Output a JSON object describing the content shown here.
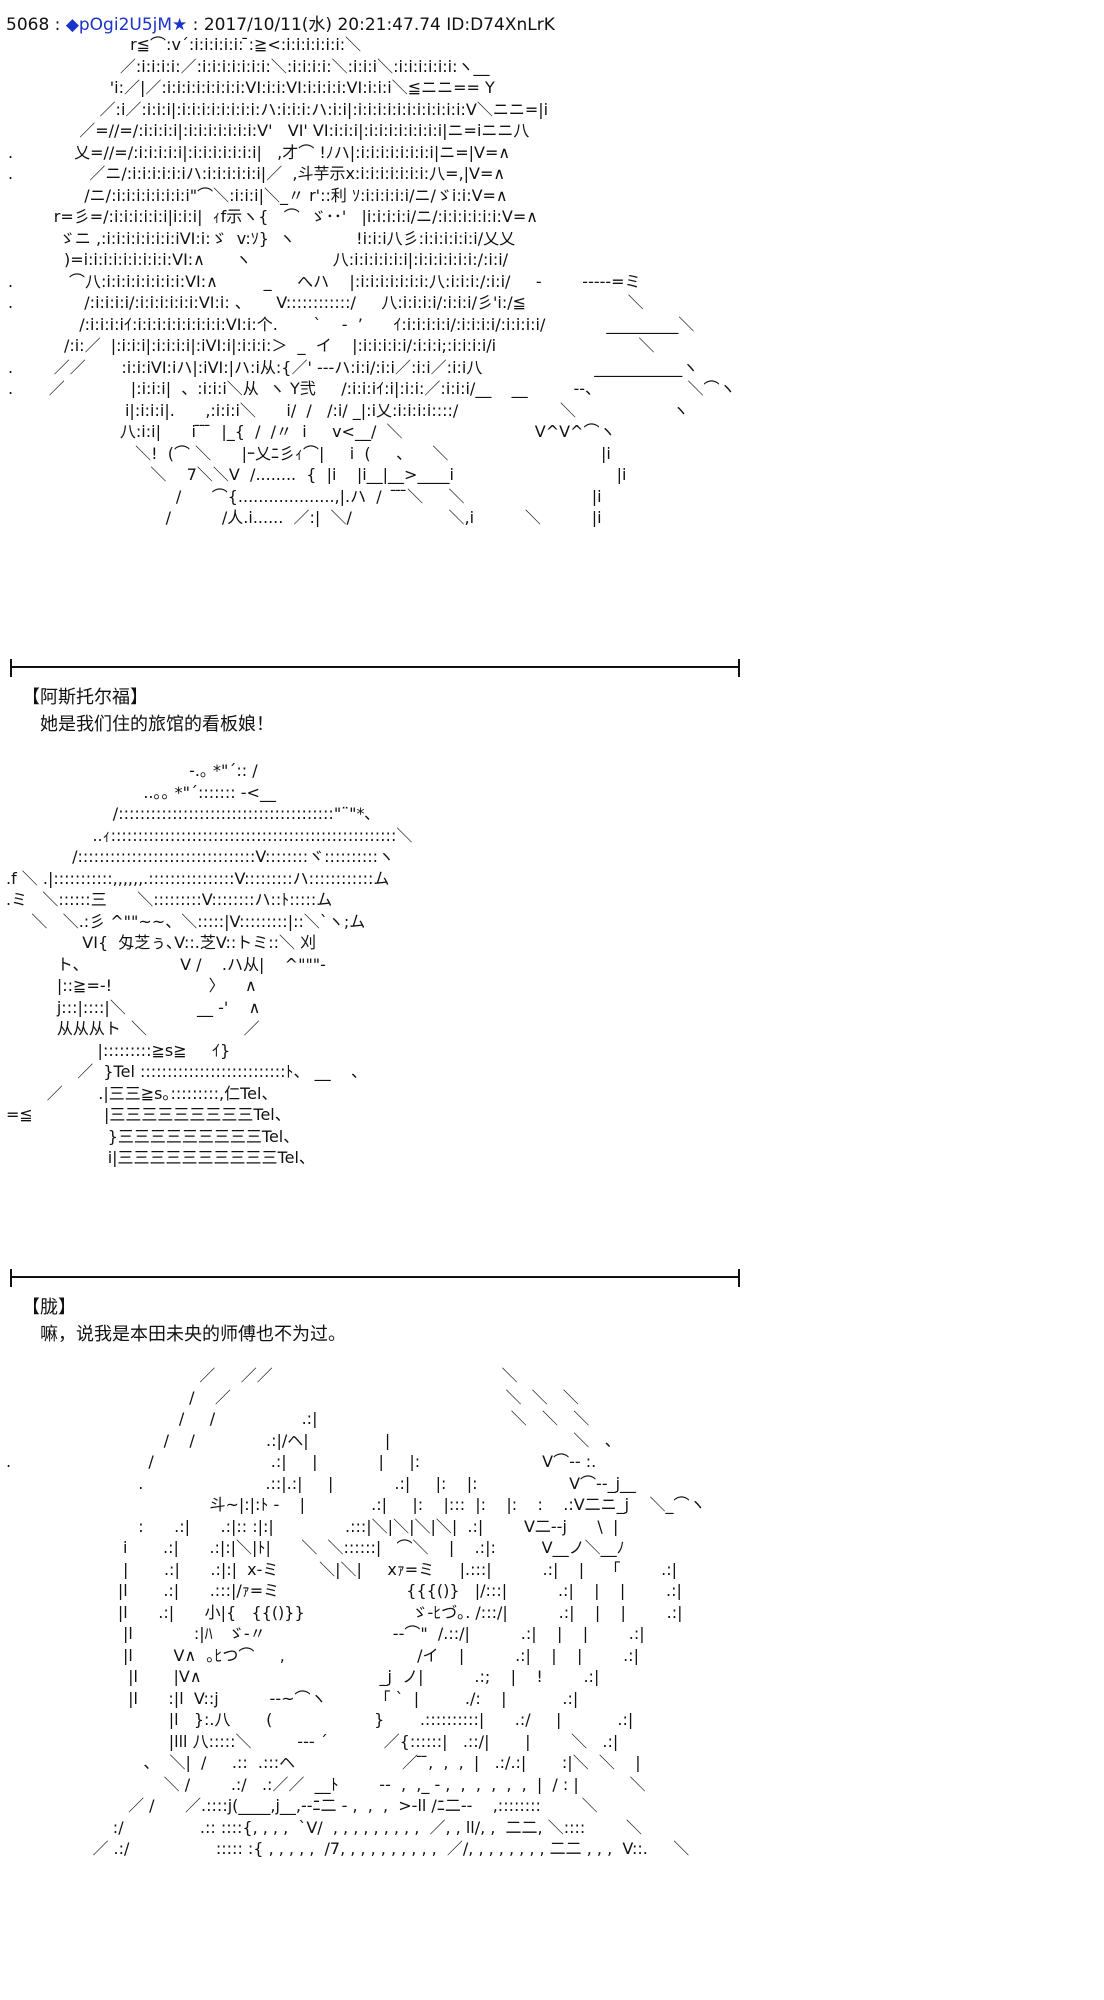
{
  "post": {
    "number": "5068",
    "separator": " : ",
    "trip": "◆pOgi2U5jM★",
    "datetime_id": " : 2017/10/11(水) 20:21:47.74 ID:D74XnLrK"
  },
  "aa1": "                        r≦⌒:v´:i:i:i:i:i: ̄:≧<:i:i:i:i:i:i:＼\n                      ／:i:i:i:i:／:i:i:i:i:i:i:i:＼:i:i:i:i:＼:i:i:i＼:i:i:i:i:i:i:ヽ__\n                    'i:／|／:i:i:i:i:i:i:i:i:VI:i:i:VI:i:i:i:i:VI:i:i:i＼≦ニニ== Y\n                  ／:i／:i:i:i|:i:i:i:i:i:i:i:i:ハ:i:i:i:ハ:i:i|:i:i:i:i:i:i:i:i:i:i:i:V＼ニニ=|i\n              ／=//=/:i:i:i:i|:i:i:i:i:i:i:i:V'   VI' VI:i:i:i|:i:i:i:i:i:i:i:i|ニ=iニニ八\n.            乂=//=/:i:i:i:i:i|:i:i:i:i:i:i:i|   ,才⌒ !ﾉハ|:i:i:i:i:i:i:i:i|ニ=|V=∧\n.               ／ニ/:i:i:i:i:i:iハ:i:i:i:i:i:i|／  ,斗芋示x:i:i:i:i:i:i:i:八=,|V=∧\n               /ニ/:i:i:i:i:i:i:i:i\"⌒＼:i:i:i|＼_〃 r'::利 ｿ:i:i:i:i:i/ニ/ゞi:i:V=∧\n         r=彡=/:i:i:i:i:i:i|i:i:i|  ｨf示ヽ{   ⌒  ゞ･･'   |i:i:i:i:i/ニ/:i:i:i:i:i:i:V=∧\n          ゞニ ,:i:i:i:i:i:i:i:iVI:i:ゞ  v:ｿ}  ヽ            !i:i:i八彡:i:i:i:i:i:i/乂乂\n           )=i:i:i:i:i:i:i:i:i:VI:∧      ヽ                八:i:i:i:i:i:i|:i:i:i:i:i:i:/:i:i/\n.           ⌒八:i:i:i:i:i:i:i:i:VI:∧         _     へハ    |:i:i:i:i:i:i:i:八:i:i:i:/:i:i/     -        -----=ミ\n.              /:i:i:i:i/:i:i:i:i:i:i:VI:i: 、     V::::::::::::/     八:i:i:i:i/:i:i:i/彡'i:/≦                    ＼\n              /:i:i:i:iｲ:i:i:i:i:i:i:i:i:i:VI:i:个.       `    -  ’      ｲ:i:i:i:i:i/:i:i:i:i/:i:i:i:i/            _________＼\n           /:i:／  |:i:i:i|:i:i:i:i|:iVI:i|:i:i:i:＞  _  イ    |:i:i:i:i:i/:i:i:i;:i:i:i:i/i                            ＼\n.        ／／       :i:i:iVI:iハ|:iVI:|ハ:i从:{／' ---ハ:i:i/:i:i／:i:i／:i:i八                      ___________ヽ\n.       ／             |:i:i:i|  、:i:i:i＼从  ヽ Y弐     /:i:i:iｲ:i|:i:i:／:i:i:i/__    __         --、                 ＼⌒ヽ\n                       i|:i:i:i|.      ,:i:i:i＼      i/  /   /:i/ _|:i乂:i:i:i:i::::/                    ＼                   ヽ\n                      八:i:i|      i ̄ ̄ ̄  |_{  /  /〃  i     v<__/  ＼                          V^V^⌒ヽ\n                         ＼!  (⌒ ＼      |ｰ乂ﾆ彡ｨ⌒|     i  (     、    ＼                              |i\n                            ＼    7＼＼V  /........  {  |i    |i__|__>____i                                |i\n                                 /      ⌒{...................,|.ハ  /   ̄ ̄ ̄＼     ＼                         |i\n                               /          /人.i......  ／:|  ＼/                   ＼,i          ＼          |i",
  "section1": {
    "speaker": "【阿斯托尔福】",
    "line": "她是我们住的旅馆的看板娘！"
  },
  "aa2": "                                    -.｡ *\"´:: /\n                           ..｡｡ *\"´::::::: -<__\n                     /::::::::::::::::::::::::::::::::::::::::\"¨\"*､\n                 ..ｨ:::::::::::::::::::::::::::::::::::::::::::::::::::::＼\n             /:::::::::::::::::::::::::::::::::V::::::::ヾ::::::::::ヽ\n.f ＼ .|:::::::::::,,,,,,.::::::::::::::::V:::::::::ハ::::::::::::ム\n.ミ   ＼::::::三      ＼:::::::::V::::::::ハ::ﾄ:::::ム\n     ＼   ＼.:彡 ^\"\"~~、＼:::::|V:::::::::|::＼`ヽ;ム\n               VI{  匁芝ぅ､V::.芝V::トミ::＼ 刈\n          ト、                  V /    .ハ从|    ^\"\"\"-\n          |::≧=-!                   〉    ∧\n          j:::|::::|＼              __ -'    ∧\n          从从从ト  ＼                   ／\n                  |:::::::::≧s≧     ｲ}\n              ／  }Tel :::::::::::::::::::::::::::ﾄ、 __    、\n        ／       .|三三≧s｡:::::::::,仁Tel、\n=≦              |三三三三三三三三三Tel、\n                    }三三三三三三三三三Tel、\n                    i|三三三三三三三三三三Tel、",
  "section2": {
    "speaker": "【胧】",
    "line": "嘛，说我是本田未央的师傅也不为过。"
  },
  "aa3": "                                      ／     ／／                                             ＼\n                                    /    ／                                                      ＼  ＼   ＼\n                                  /     /                 .:|                                      ＼   ＼   ＼\n                               /    /              .:|/ヘ|               |                                    ＼   、\n.                           /                       .:|     |            |     |:                        V⌒‐- :.\n                          .                        .::|.:|     |            .:|     |:    |:                  V⌒‐-_j__\n                                        斗~|:|:ﾄ -    |             .:|     |:    |:::  |:    |:    :    .:V二ニ_j    ＼_⌒ヽ\n                          :      .:|      .:|:: :|:|              .:::|＼|＼|＼|＼|  .:|        V二--j      \\  |\n                       i       .:|      .:|:|＼|ﾄ|      ＼  ＼::::::|   ⌒＼    |    .:|:         V__ノ＼__ﾉ\n                       |       .:|      .:|:|  x‐ミ        ＼|＼|     xｧ=ミ     |.:::|          .:|    |    「        .:|\n                      |l       .:|      .:::|/ｧ=ミ                         {{{()}   |/:::|          .:|    |    |        .:|\n                      |l      .:|      小|{   {{()}}                     ゞ-ﾋづ｡. /:::/|          .:|    |    |        .:|\n                       |l            :|ﾊ   ゞ-〃                         -‐⌒\"  /.::/|          .:|    |    |        .:|\n                       |l        V∧  ｡ﾋつ⌒     ,                          /イ    |          .:|    |    |        .:|\n                        |l       |V∧                                   _j  ノ|          .:;    |    !        .:|\n                        |l      :|l  V::j          ‐-~⌒ヽ           ｢ `  |         ./:    |           .:|\n                                |l   }:.八       (                    }       .::::::::::|      .:/     |           .:|\n                                |lll 八:::::＼         ‐‐‐ ´           ／{::::::|   .::/|       |        ＼   .:|\n                           、  ＼|  /     .::  .:::ヘ                     ／ ̄ ̄,  ,  ,  |   .:/.:|       :|＼  ＼    |\n                               ＼ /        .:/   .:／／  __ﾄ        -‐  ,  ,_ ‐ ,  ,  ,  ,  ,  ,  |  / : |          ＼\n                        ／ /      ／.::::j(____,j__,-‐ﾆ二 ‐ ,  ,  ,  >‐ll /ﾆ二‐‐    ,::::::::        ＼\n                     :/               .:: ::::{, , , ,  `V/  , , , , , , , , ,  ／, , ll/, ,  二二, ＼::::        ＼\n                 ／ .:/                 ::::: :{ , , , , ,  /7, , , , , , , , , ,  ／/, , , , , , , , 二二 , , ,  V::.     ＼"
}
